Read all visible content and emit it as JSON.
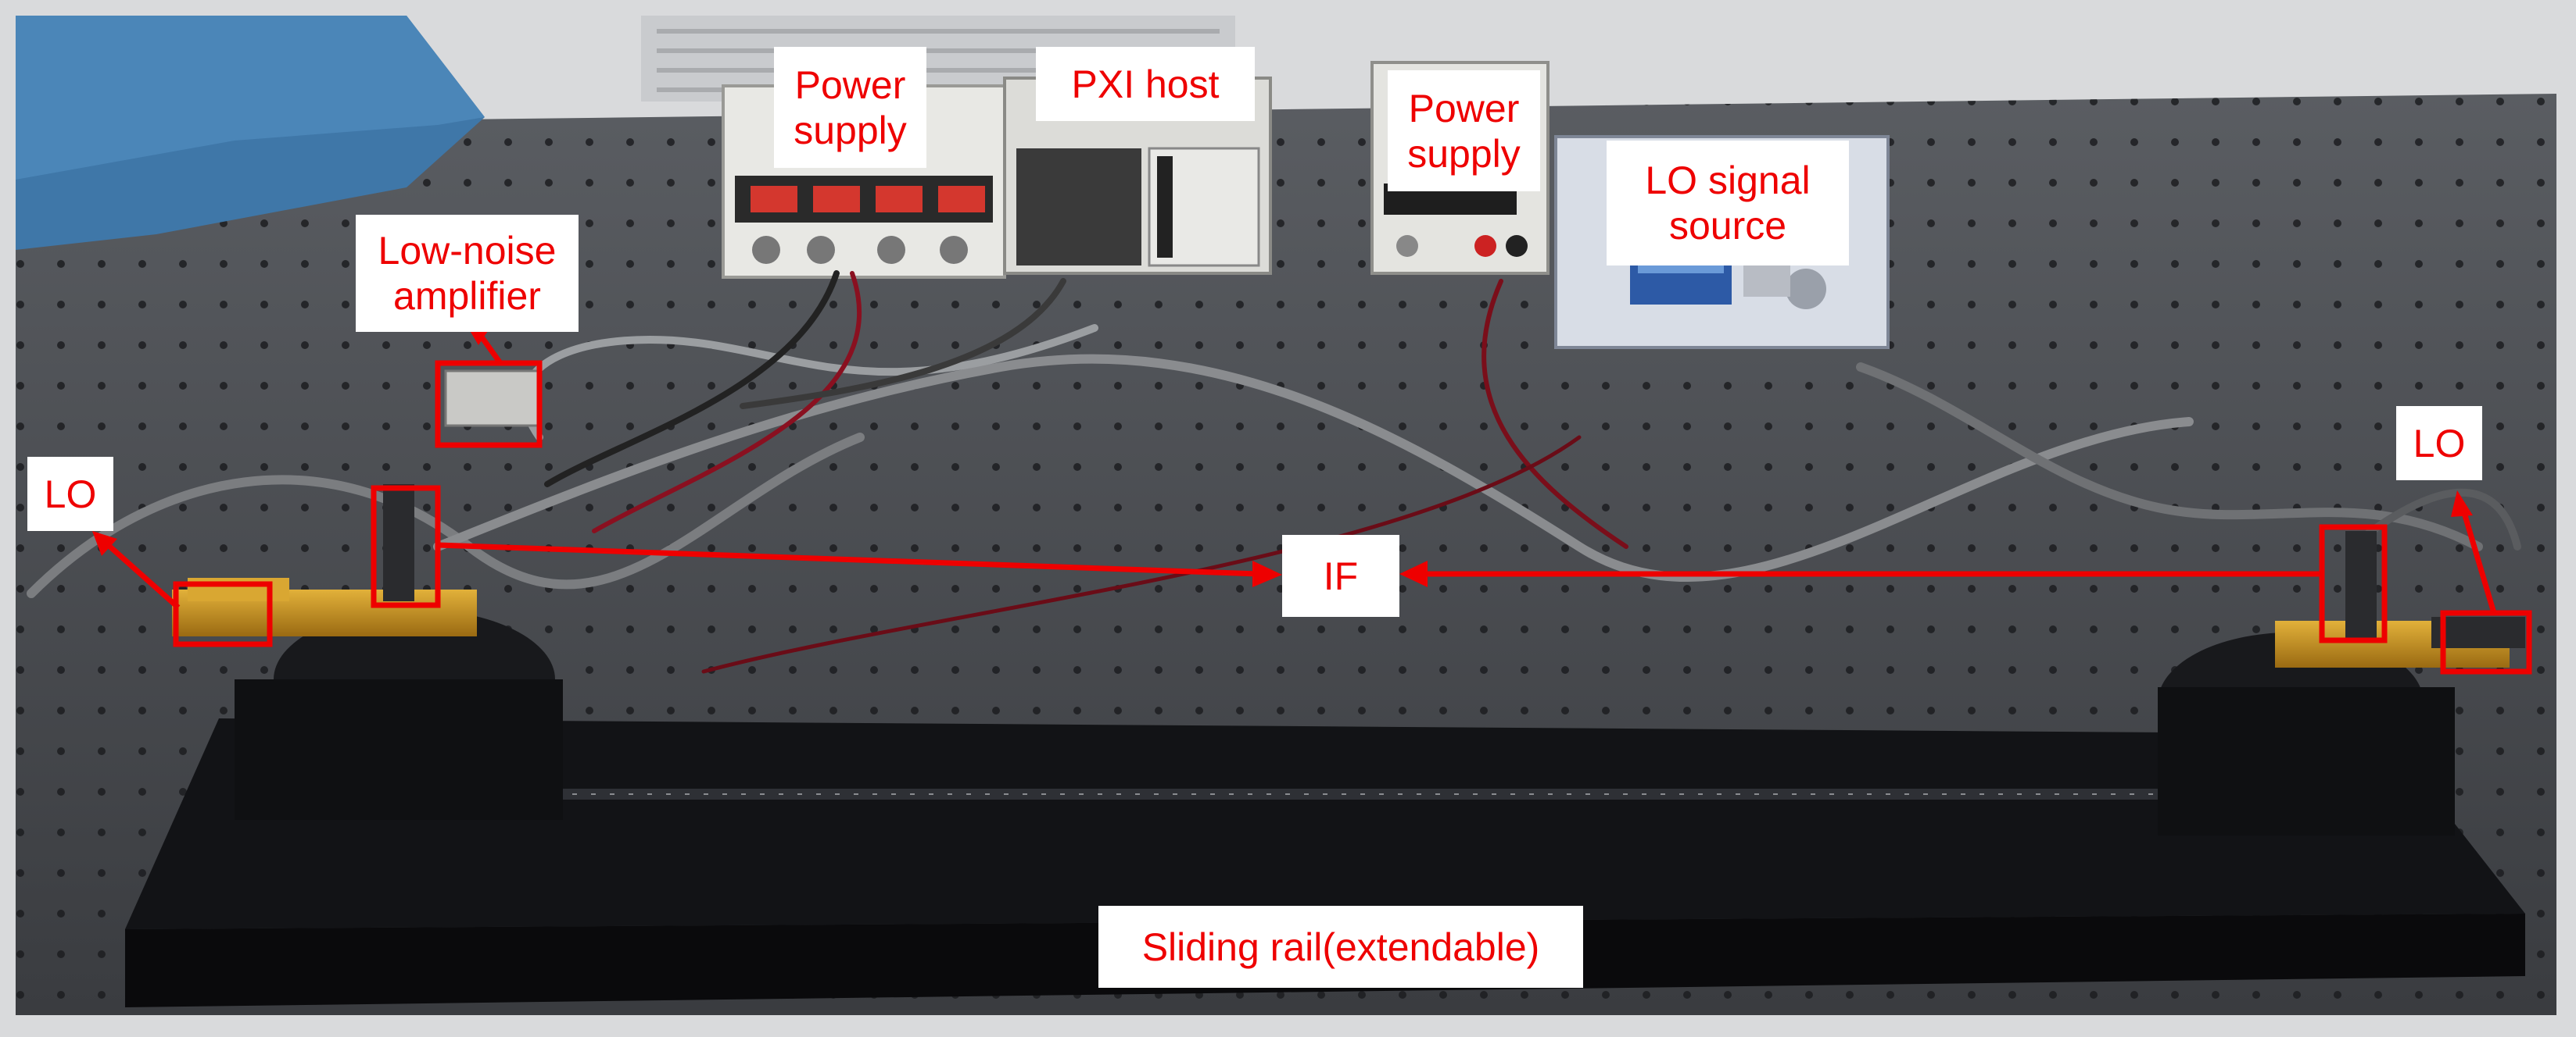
{
  "labels": {
    "power_supply_left": "Power\nsupply",
    "pxi_host": "PXI host",
    "power_supply_right": "Power\nsupply",
    "lo_signal_source": "LO signal\nsource",
    "low_noise_amplifier": "Low-noise\namplifier",
    "lo_left": "LO",
    "lo_right": "LO",
    "if": "IF",
    "sliding_rail": "Sliding rail(extendable)"
  },
  "colors": {
    "annotation": "#ee0000",
    "label_background": "#ffffff",
    "table_surface": "#4a4d52",
    "gold_fixture": "#c8961e",
    "rail": "#15161a"
  }
}
